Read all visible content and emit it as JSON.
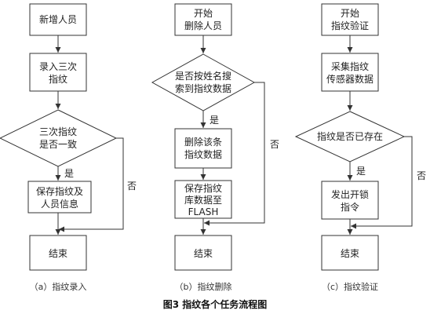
{
  "figure_title": "图3   指纹各个任务流程图",
  "flowcharts": [
    {
      "caption": "（a）指纹录入",
      "start": [
        "新增人员"
      ],
      "step1": [
        "录入三次",
        "指纹"
      ],
      "decision": [
        "三次指纹",
        "是否一致"
      ],
      "yes_label": "是",
      "no_label": "否",
      "step2": [
        "保存指纹及",
        "人员信息"
      ],
      "end": [
        "结束"
      ]
    },
    {
      "caption": "（b）指纹删除",
      "start": [
        "开始",
        "删除人员"
      ],
      "decision": [
        "是否按姓名搜",
        "索到指纹数据"
      ],
      "yes_label": "是",
      "no_label": "否",
      "step1": [
        "删除该条",
        "指纹数据"
      ],
      "step2": [
        "保存指纹",
        "库数据至",
        "FLASH"
      ],
      "end": [
        "结束"
      ]
    },
    {
      "caption": "（c）指纹验证",
      "start": [
        "开始",
        "指纹验证"
      ],
      "step1": [
        "采集指纹",
        "传感器数据"
      ],
      "decision": [
        "指纹是否已存在"
      ],
      "yes_label": "是",
      "no_label": "否",
      "step2": [
        "发出开锁",
        "指令"
      ],
      "end": [
        "结束"
      ]
    }
  ]
}
